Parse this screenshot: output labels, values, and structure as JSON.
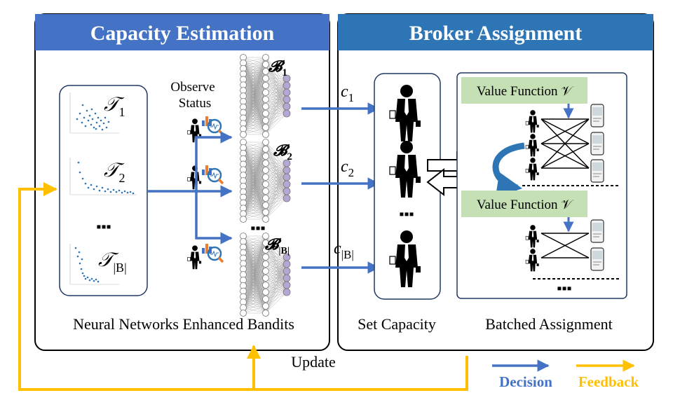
{
  "panels": {
    "left_title": "Capacity Estimation",
    "right_title": "Broker Assignment"
  },
  "left_panel": {
    "observe_line1": "Observe",
    "observe_line2": "Status",
    "data_labels": [
      {
        "main": "𝒯",
        "sub": "1"
      },
      {
        "main": "𝒯",
        "sub": "2"
      },
      {
        "main": "𝒯",
        "sub": "|B|"
      }
    ],
    "ellipsis_left": "▪▪▪",
    "ellipsis_net": "▪▪▪",
    "bandit_labels": [
      {
        "main": "𝓑",
        "sub": "1"
      },
      {
        "main": "𝓑",
        "sub": "2"
      },
      {
        "main": "𝓑",
        "sub": "|B|"
      }
    ],
    "caption": "Neural Networks Enhanced Bandits"
  },
  "capacities": [
    {
      "main": "c",
      "sub": "1"
    },
    {
      "main": "c",
      "sub": "2"
    },
    {
      "main": "c",
      "sub": "|B|"
    }
  ],
  "right_panel": {
    "set_capacity_caption": "Set Capacity",
    "ellipsis_brokers": "▪▪▪",
    "value_function_1": "Value Function 𝒱",
    "value_function_2": "Value Function 𝒱",
    "ellipsis_batches": "▪▪▪",
    "batched_caption": "Batched Assignment"
  },
  "update_label": "Update",
  "legend": {
    "decision": "Decision",
    "feedback": "Feedback"
  },
  "colors": {
    "title_bar": "#4472C4",
    "right_title_bar": "#2E75B6",
    "decision": "#4472C4",
    "feedback": "#FFC000",
    "value_box": "#C5E0B4",
    "node_purple": "#B4A7D6",
    "scatter": "#2E75B6"
  }
}
